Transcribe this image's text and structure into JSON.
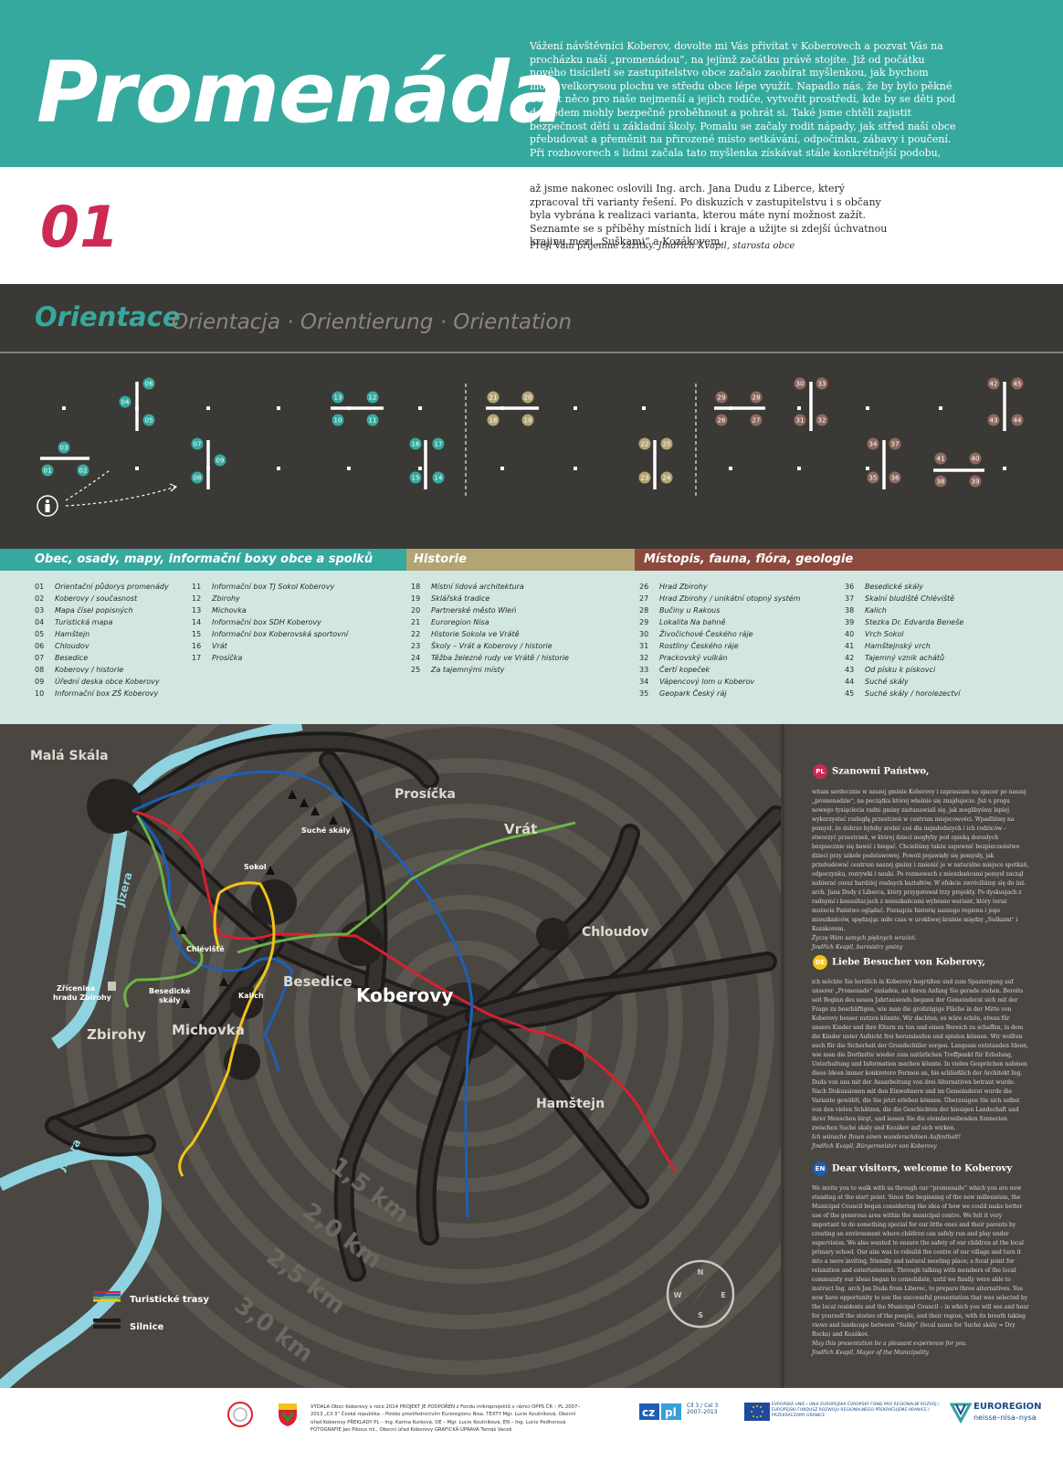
{
  "header": {
    "title": "Promenáda",
    "panel_number": "01",
    "intro_top": "Vážení návštěvníci Koberov, dovolte mi Vás přivítat v Koberovech a pozvat Vás na procházku naší „promenádou“, na jejímž začátku právě stojíte. Již od počátku nového tisíciletí se zastupitelstvo obce začalo zaobírat myšlenkou, jak bychom mohli velkorysou plochu ve středu obce lépe využít. Napadlo nás, že by bylo pěkné udělat něco pro naše nejmenší a jejich rodiče, vytvořit prostředí, kde by se děti pod dohledem mohly bezpečně proběhnout a pohrát si. Také jsme chtěli zajistit bezpečnost dětí u základní školy. Pomalu se začaly rodit nápady, jak střed naší obce přebudovat a přeměnit na přirozené místo setkávání, odpočinku, zábavy i poučení. Při rozhovorech s lidmi začala tato myšlenka získávat stále konkrétnější podobu,",
    "intro_bottom": "až jsme nakonec oslovili Ing. arch. Jana Dudu z Liberce, který zpracoval tři varianty řešení. Po diskuzích v zastupitelstvu i s občany byla vybrána k realizaci varianta, kterou máte nyní možnost zažít. Seznamte se s příběhy místních lidí i kraje a užijte si zdejší úchvatnou krajinu mezi „Suškami“ a Kozákovem.",
    "intro_greeting": "Přeji Vám příjemné zážitky.",
    "intro_signature": "Jindřich Kvapil, starosta obce"
  },
  "orientation": {
    "title": "Orientace",
    "subtitle": "Orientacja · Orientierung · Orientation",
    "badges_teal": [
      "01",
      "02",
      "03",
      "04",
      "05",
      "06",
      "07",
      "08",
      "09",
      "10",
      "11",
      "12",
      "13",
      "14",
      "15",
      "16",
      "17"
    ],
    "badges_tan": [
      "18",
      "19",
      "20",
      "21",
      "22",
      "23",
      "24",
      "25"
    ],
    "badges_brown": [
      "26",
      "27",
      "28",
      "29",
      "30",
      "31",
      "32",
      "33",
      "34",
      "35",
      "36",
      "37",
      "38",
      "39",
      "40",
      "41",
      "42",
      "43",
      "44",
      "45"
    ]
  },
  "categories": [
    {
      "label": "Obec, osady, mapy, informační boxy obce a spolků",
      "color": "#36a99e"
    },
    {
      "label": "Historie",
      "color": "#b2a473"
    },
    {
      "label": "Místopis, fauna, flóra, geologie",
      "color": "#8c4a3e"
    }
  ],
  "legend": {
    "col1": [
      {
        "n": "01",
        "t": "Orientační půdorys promenády"
      },
      {
        "n": "02",
        "t": "Koberovy / současnost"
      },
      {
        "n": "03",
        "t": "Mapa čísel popisných"
      },
      {
        "n": "04",
        "t": "Turistická mapa"
      },
      {
        "n": "05",
        "t": "Hamštejn"
      },
      {
        "n": "06",
        "t": "Chloudov"
      },
      {
        "n": "07",
        "t": "Besedice"
      },
      {
        "n": "08",
        "t": "Koberovy / historie"
      },
      {
        "n": "09",
        "t": "Úřední deska obce Koberovy"
      },
      {
        "n": "10",
        "t": "Informační box ZŠ Koberovy"
      }
    ],
    "col2": [
      {
        "n": "11",
        "t": "Informační box TJ Sokol Koberovy"
      },
      {
        "n": "12",
        "t": "Zbirohy"
      },
      {
        "n": "13",
        "t": "Michovka"
      },
      {
        "n": "14",
        "t": "Informační box SDH Koberovy"
      },
      {
        "n": "15",
        "t": "Informační box Koberovská sportovní"
      },
      {
        "n": "16",
        "t": "Vrát"
      },
      {
        "n": "17",
        "t": "Prosíčka"
      }
    ],
    "col3": [
      {
        "n": "18",
        "t": "Místní lidová architektura"
      },
      {
        "n": "19",
        "t": "Sklářská tradice"
      },
      {
        "n": "20",
        "t": "Partnerské město Wleń"
      },
      {
        "n": "21",
        "t": "Euroregion Nisa"
      },
      {
        "n": "22",
        "t": "Historie Sokola ve Vrátě"
      },
      {
        "n": "23",
        "t": "Školy – Vrát a Koberovy / historie"
      },
      {
        "n": "24",
        "t": "Těžba železné rudy ve Vrátě / historie"
      },
      {
        "n": "25",
        "t": "Za tajemnými místy"
      }
    ],
    "col4": [
      {
        "n": "26",
        "t": "Hrad Zbirohy"
      },
      {
        "n": "27",
        "t": "Hrad Zbirohy / unikátní otopný systém"
      },
      {
        "n": "28",
        "t": "Bučiny u Rakous"
      },
      {
        "n": "29",
        "t": "Lokalita Na bahně"
      },
      {
        "n": "30",
        "t": "Živočichové Českého ráje"
      },
      {
        "n": "31",
        "t": "Rostliny Českého ráje"
      },
      {
        "n": "32",
        "t": "Prackovský vulkán"
      },
      {
        "n": "33",
        "t": "Čertí kopeček"
      },
      {
        "n": "34",
        "t": "Vápencový lom u Koberov"
      },
      {
        "n": "35",
        "t": "Geopark Český ráj"
      }
    ],
    "col5": [
      {
        "n": "36",
        "t": "Besedické skály"
      },
      {
        "n": "37",
        "t": "Skalní bludiště Chléviště"
      },
      {
        "n": "38",
        "t": "Kalich"
      },
      {
        "n": "39",
        "t": "Stezka Dr. Edvarda Beneše"
      },
      {
        "n": "40",
        "t": "Vrch Sokol"
      },
      {
        "n": "41",
        "t": "Hamštejnský vrch"
      },
      {
        "n": "42",
        "t": "Tajemný vznik achátů"
      },
      {
        "n": "43",
        "t": "Od písku k pískovci"
      },
      {
        "n": "44",
        "t": "Suché skály"
      },
      {
        "n": "45",
        "t": "Suché skály / horolezectví"
      }
    ]
  },
  "map": {
    "places": {
      "mala_skala": "Malá Skála",
      "prosicka": "Prosíčka",
      "vrat": "Vrát",
      "suche_skaly": "Suché skály",
      "sokol": "Sokol",
      "chleviste": "Chléviště",
      "chloudov": "Chloudov",
      "zricenina_1": "Zřícenina",
      "zricenina_2": "hradu Zbirohy",
      "besedicke_1": "Besedické",
      "besedicke_2": "skály",
      "kalich": "Kalich",
      "besedice": "Besedice",
      "koberovy": "Koberovy",
      "zbirohy": "Zbirohy",
      "michovka": "Michovka",
      "hamstejn": "Hamštejn",
      "jizera_1": "Jizera",
      "jizera_2": "Jizera"
    },
    "distances": [
      "1,5 km",
      "2,0 km",
      "2,5 km",
      "3,0 km"
    ],
    "legend_trails": "Turistické trasy",
    "legend_roads": "Silnice",
    "compass": {
      "n": "N",
      "s": "S",
      "e": "E",
      "w": "W"
    },
    "trail_colors": {
      "red": "#d7212e",
      "blue": "#1d5fb5",
      "green": "#6bb545",
      "yellow": "#f2c418"
    }
  },
  "welcome": {
    "pl": {
      "code": "PL",
      "heading": "Szanowni Państwo,",
      "color": "#cc2a52",
      "body": "witam serdecznie w naszej gminie Koberovy i zapraszam na spacer po naszej „promenadzie“, na początku której właśnie się znajdujecie. Już u progu nowego tysiąclecia radni gminy zastanawiali się, jak moglibyśmy lepiej wykorzystać rozległą przestrzeń w centrum miejscowości. Wpadliśmy na pomysł, że dobrze byłoby zrobić coś dla najmłodszych i ich rodziców – stworzyć przestrzeń, w której dzieci mogłyby pod opieką dorosłych bezpiecznie się bawić i biegać. Chcieliśmy także zapewnić bezpieczeństwo dzieci przy szkole podstawowej. Powoli pojawiały się pomysły, jak przebudować centrum naszej gminy i zmienić je w naturalne miejsce spotkań, odpoczynku, rozrywki i nauki. Po rozmowach z mieszkańcami pomysł zaczął nabierać coraz bardziej realnych kształtów. W efekcie zwróciliśmy się do inż. arch. Jana Dudy z Liberca, który przygotował trzy projekty. Po dyskusjach z radnymi i konsultacjach z mieszkańcami wybrano wariant, który teraz możecie Państwo oglądać. Poznajcie historię naszego regionu i jego mieszkańców, spędzając miło czas w urokliwej krainie między „Suškami“ i Kozákovem.",
      "closing": "Życzę Wam samych pięknych wrażeń.",
      "signature": "Jindřich Kvapil, burmistrz gminy"
    },
    "de": {
      "code": "DE",
      "heading": "Liebe Besucher von Koberovy,",
      "color": "#f2c418",
      "body": "ich möchte Sie herzlich in Koberovy begrüßen und zum Spaziergang auf unserer „Promenade“ einladen, an deren Anfang Sie gerade stehen. Bereits seit Beginn des neuen Jahrtausends begann der Gemeinderat sich mit der Frage zu beschäftigen, wie man die großzügige Fläche in der Mitte von Koberovy besser nutzen könnte. Wir dachten, es wäre schön, etwas für unsere Kinder und ihre Eltern zu tun und einen Bereich zu schaffen, in dem die Kinder unter Aufsicht frei herumlaufen und spielen können. Wir wollten auch für die Sicherheit der Grundschüler sorgen. Langsam entstanden Ideen, wie man die Dorfmitte wieder zum natürlichen Treffpunkt für Erholung, Unterhaltung und Information machen könnte. In vielen Gesprächen nahmen diese Ideen immer konkretere Formen an, bis schließlich der Architekt Ing. Duda von uns mit der Ausarbeitung von drei Alternativen betraut wurde. Nach Diskussionen mit den Einwohnern und im Gemeinderat wurde die Variante gewählt, die Sie jetzt erleben können. Überzeugen Sie sich selbst von den vielen Schätzen, die die Geschichten der hiesigen Landschaft und ihrer Menschen birgt, und lassen Sie die atemberaubenden Szenerien zwischen Suché skály und Kozákov auf sich wirken.",
      "closing": "Ich wünsche Ihnen einen wunderschönen Aufenthalt!",
      "signature": "Jindřich Kvapil, Bürgermeister von Koberovy"
    },
    "en": {
      "code": "EN",
      "heading": "Dear visitors, welcome to Koberovy",
      "color": "#1d5fb5",
      "body": "We invite you to walk with us through our “promenade” which you are now standing at the start point. Since the beginning of the new millennium, the Municipal Council began considering the idea of how we could make better use of the generous area within the municipal centre. We felt it very important to do something special for our little ones and their parents by creating an environment where children can safely run and play under supervision. We also wanted to ensure the safety of our children at the local primary school. Our aim was to rebuild the centre of our village and turn it into a more inviting, friendly and natural meeting place; a focal point for relaxation and entertainment. Through talking with members of the local community our ideas began to consolidate, until we finally were able to instruct Ing. arch Jan Duda from Liberec, to prepare three alternatives. You now have opportunity to see the successful presentation that was selected by the local residents and the Municipal Council – in which you will see and hear for yourself the stories of the people, and their region, with its breath taking views and landscape between “Sušky” (local name for Suché skály = Dry Rocks) and Kozákov.",
      "closing": "May this presentation be a pleasant experience for you.",
      "signature": "Jindřich Kvapil, Mayor of the Municipality"
    }
  },
  "footer": {
    "credits": "VYDALA Obec Koberovy v roce 2014 PROJEKT JE PODPOŘEN z Fondu mikroprojektů v rámci OPPS ČR – PL 2007–2013 „Cíl 3“ Česká republika – Polsko prostřednictvím Euroregionu Nisa. TEXTY Mgr. Lucie Koutníková, Obecní úřad Koberovy PŘEKLADY PL – Ing. Karina Kurková, DE – Mgr. Lucie Koutníková, EN – Ing. Lucie Podhorová FOTOGRAFIE Jan Pikous ml., Obecní úřad Koberovy GRAFICKÁ ÚPRAVA Tomáš Vacek",
    "czpl": "Cíl 3 / Cel 3",
    "czpl_years": "2007–2013",
    "eu": "EVROPSKÁ UNIE / UNIA EUROPEJSKA EVROPSKÝ FOND PRO REGIONÁLNÍ ROZVOJ / EUROPEJSKI FUNDUSZ ROZWOJU REGIONALNEGO PŘEKRAČUJEME HRANICE / PRZEKRACZAMY GRANICE",
    "euroregion": "EUROREGION",
    "euroregion_sub": "neisse–nisa–nysa"
  }
}
